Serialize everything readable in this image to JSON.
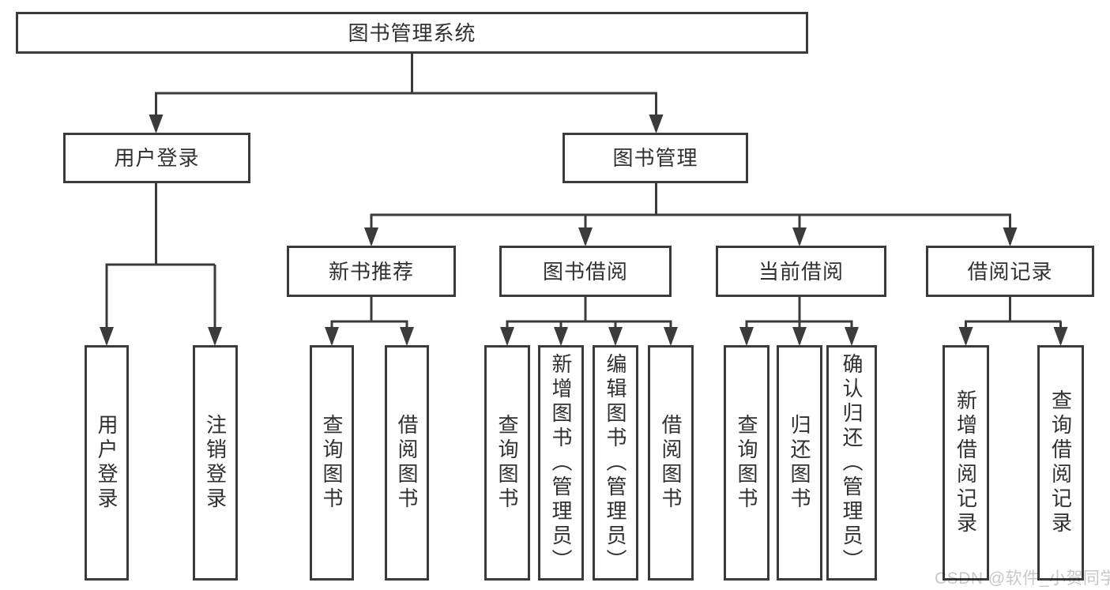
{
  "tree": {
    "label": "图书管理系统",
    "children": [
      {
        "label": "用户登录",
        "children": [
          {
            "label": "用户登录"
          },
          {
            "label": "注销登录"
          }
        ]
      },
      {
        "label": "图书管理",
        "children": [
          {
            "label": "新书推荐",
            "children": [
              {
                "label": "查询图书"
              },
              {
                "label": "借阅图书"
              }
            ]
          },
          {
            "label": "图书借阅",
            "children": [
              {
                "label": "查询图书"
              },
              {
                "label": "新增图书（管理员）"
              },
              {
                "label": "编辑图书（管理员）"
              },
              {
                "label": "借阅图书"
              }
            ]
          },
          {
            "label": "当前借阅",
            "children": [
              {
                "label": "查询图书"
              },
              {
                "label": "归还图书"
              },
              {
                "label": "确认归还（管理员）"
              }
            ]
          },
          {
            "label": "借阅记录",
            "children": [
              {
                "label": "新增借阅记录"
              },
              {
                "label": "查询借阅记录"
              }
            ]
          }
        ]
      }
    ]
  },
  "watermark": {
    "text": "CSDN @软件_小贺同学"
  },
  "colors": {
    "line": "#3b3b3b",
    "border": "#3a3a3a",
    "text": "#303030",
    "watermark": "#c8c8c8",
    "background": "#ffffff"
  }
}
